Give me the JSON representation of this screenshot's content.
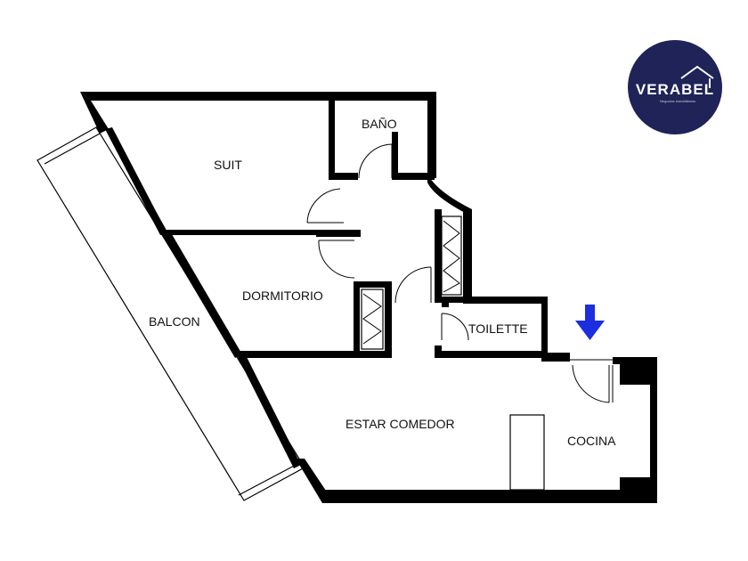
{
  "rooms": {
    "suit": "SUIT",
    "bano": "BAÑO",
    "dormitorio": "DORMITORIO",
    "balcon": "BALCON",
    "toilette": "TOILETTE",
    "estar_comedor": "ESTAR COMEDOR",
    "cocina": "COCINA"
  },
  "logo": {
    "name": "VERABEL",
    "tagline": "Negocios inmobiliarios",
    "background": "#1f2357"
  },
  "entrance_arrow": {
    "icon": "arrow-down-icon",
    "color": "#1d2ee0"
  }
}
